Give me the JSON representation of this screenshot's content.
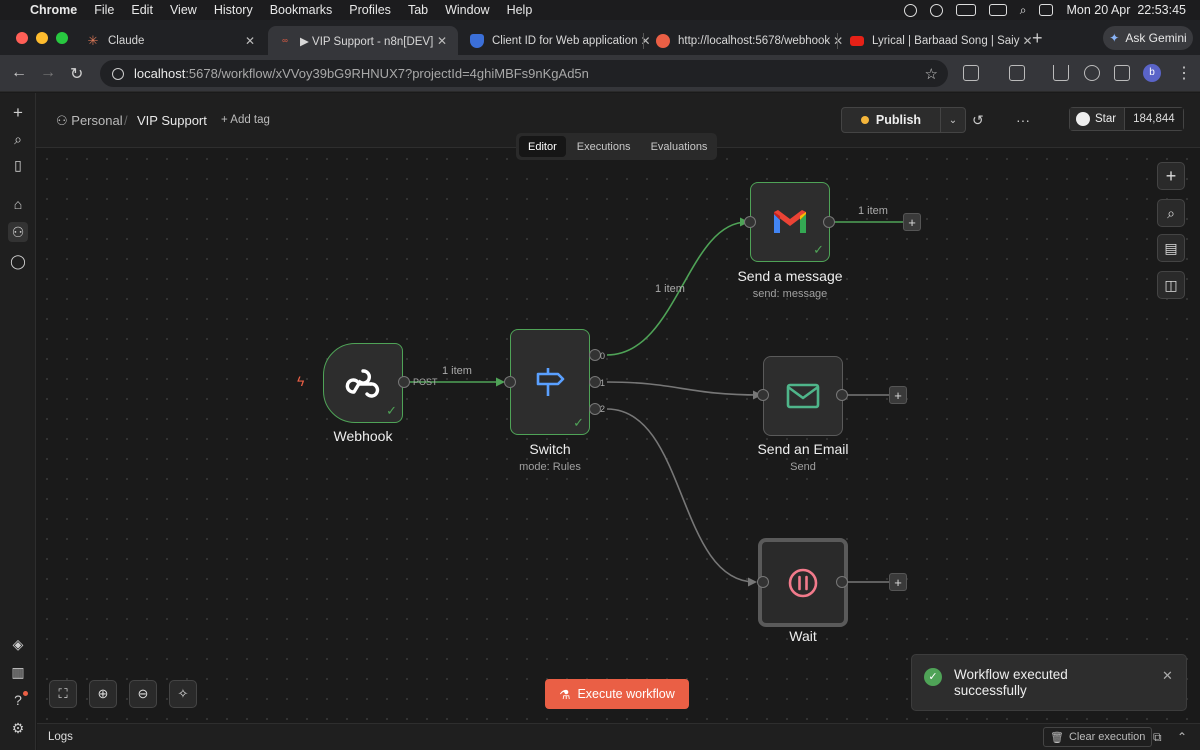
{
  "menubar": {
    "app": "Chrome",
    "items": [
      "File",
      "Edit",
      "View",
      "History",
      "Bookmarks",
      "Profiles",
      "Tab",
      "Window",
      "Help"
    ],
    "datetime": "Mon 20 Apr  22:53:45"
  },
  "tabs": [
    {
      "title": "Claude",
      "favicon": "claude-icon"
    },
    {
      "title": "▶ VIP Support - n8n[DEV]",
      "favicon": "n8n-icon",
      "active": true
    },
    {
      "title": "Client ID for Web application",
      "favicon": "shield-icon"
    },
    {
      "title": "http://localhost:5678/webhook",
      "favicon": "n8n-icon"
    },
    {
      "title": "Lyrical | Barbaad Song | Saiy",
      "favicon": "youtube-icon"
    }
  ],
  "ask_gemini": "Ask Gemini",
  "address": {
    "host": "localhost",
    "path": ":5678/workflow/xVVoy39bG9RHNUX7?projectId=4ghiMBFs9nKgAd5n"
  },
  "header": {
    "project": "Personal",
    "separator": "/",
    "workflow_name": "VIP Support",
    "add_tag": "+ Add tag",
    "publish": "Publish",
    "github_star": "Star",
    "github_count": "184,844"
  },
  "mode_tabs": [
    "Editor",
    "Executions",
    "Evaluations"
  ],
  "nodes": {
    "webhook": {
      "name": "Webhook",
      "port_label": "POST"
    },
    "switch": {
      "name": "Switch",
      "subtitle": "mode: Rules",
      "outputs": [
        "0",
        "1",
        "2"
      ]
    },
    "gmail": {
      "name": "Send a message",
      "subtitle": "send: message"
    },
    "email": {
      "name": "Send an Email",
      "subtitle": "Send"
    },
    "wait": {
      "name": "Wait"
    }
  },
  "edges": {
    "webhook_switch": "1 item",
    "switch_gmail": "1 item",
    "gmail_out": "1 item"
  },
  "execute_button": "Execute workflow",
  "toast": {
    "message": "Workflow executed successfully"
  },
  "logs": {
    "label": "Logs",
    "clear_execution": "Clear execution"
  },
  "colors": {
    "accent": "#ea5f45",
    "success": "#4fa357",
    "publish_dot": "#f5b63b"
  }
}
